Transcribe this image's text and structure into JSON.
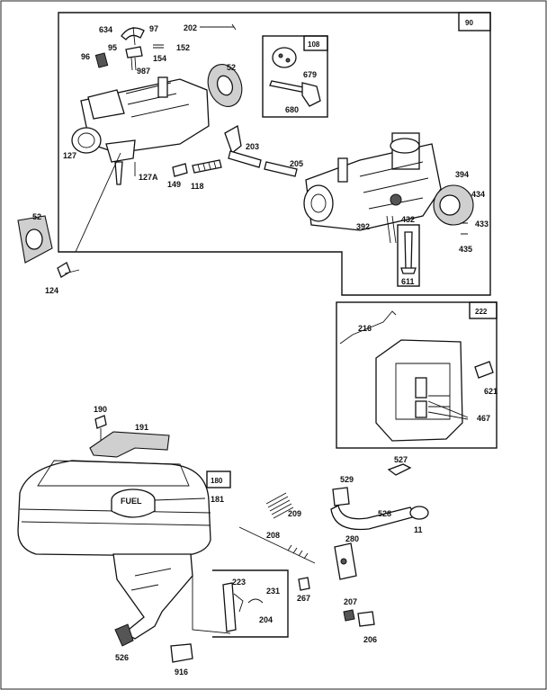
{
  "labels": {
    "p634": "634",
    "p97": "97",
    "p202": "202",
    "p95": "95",
    "p96": "96",
    "p152": "152",
    "p154": "154",
    "p987": "987",
    "p52a": "52",
    "p127": "127",
    "p127a": "127A",
    "p149": "149",
    "p118": "118",
    "p203": "203",
    "p205": "205",
    "p679": "679",
    "p680": "680",
    "p394": "394",
    "p434": "434",
    "p433": "433",
    "p435": "435",
    "p432": "432",
    "p392": "392",
    "p611": "611",
    "p52b": "52",
    "p124": "124",
    "p216": "216",
    "p621": "621",
    "p467": "467",
    "p190": "190",
    "p191": "191",
    "p527": "527",
    "p529": "529",
    "p528": "528",
    "p11": "11",
    "p181": "181",
    "p209": "209",
    "p208": "208",
    "p280": "280",
    "p223": "223",
    "p231": "231",
    "p204": "204",
    "p267": "267",
    "p207": "207",
    "p206": "206",
    "p526": "526",
    "p916": "916"
  },
  "boxes": {
    "b90": "90",
    "b108": "108",
    "b222": "222",
    "b180": "180"
  },
  "fuel_cap_text": "FUEL"
}
